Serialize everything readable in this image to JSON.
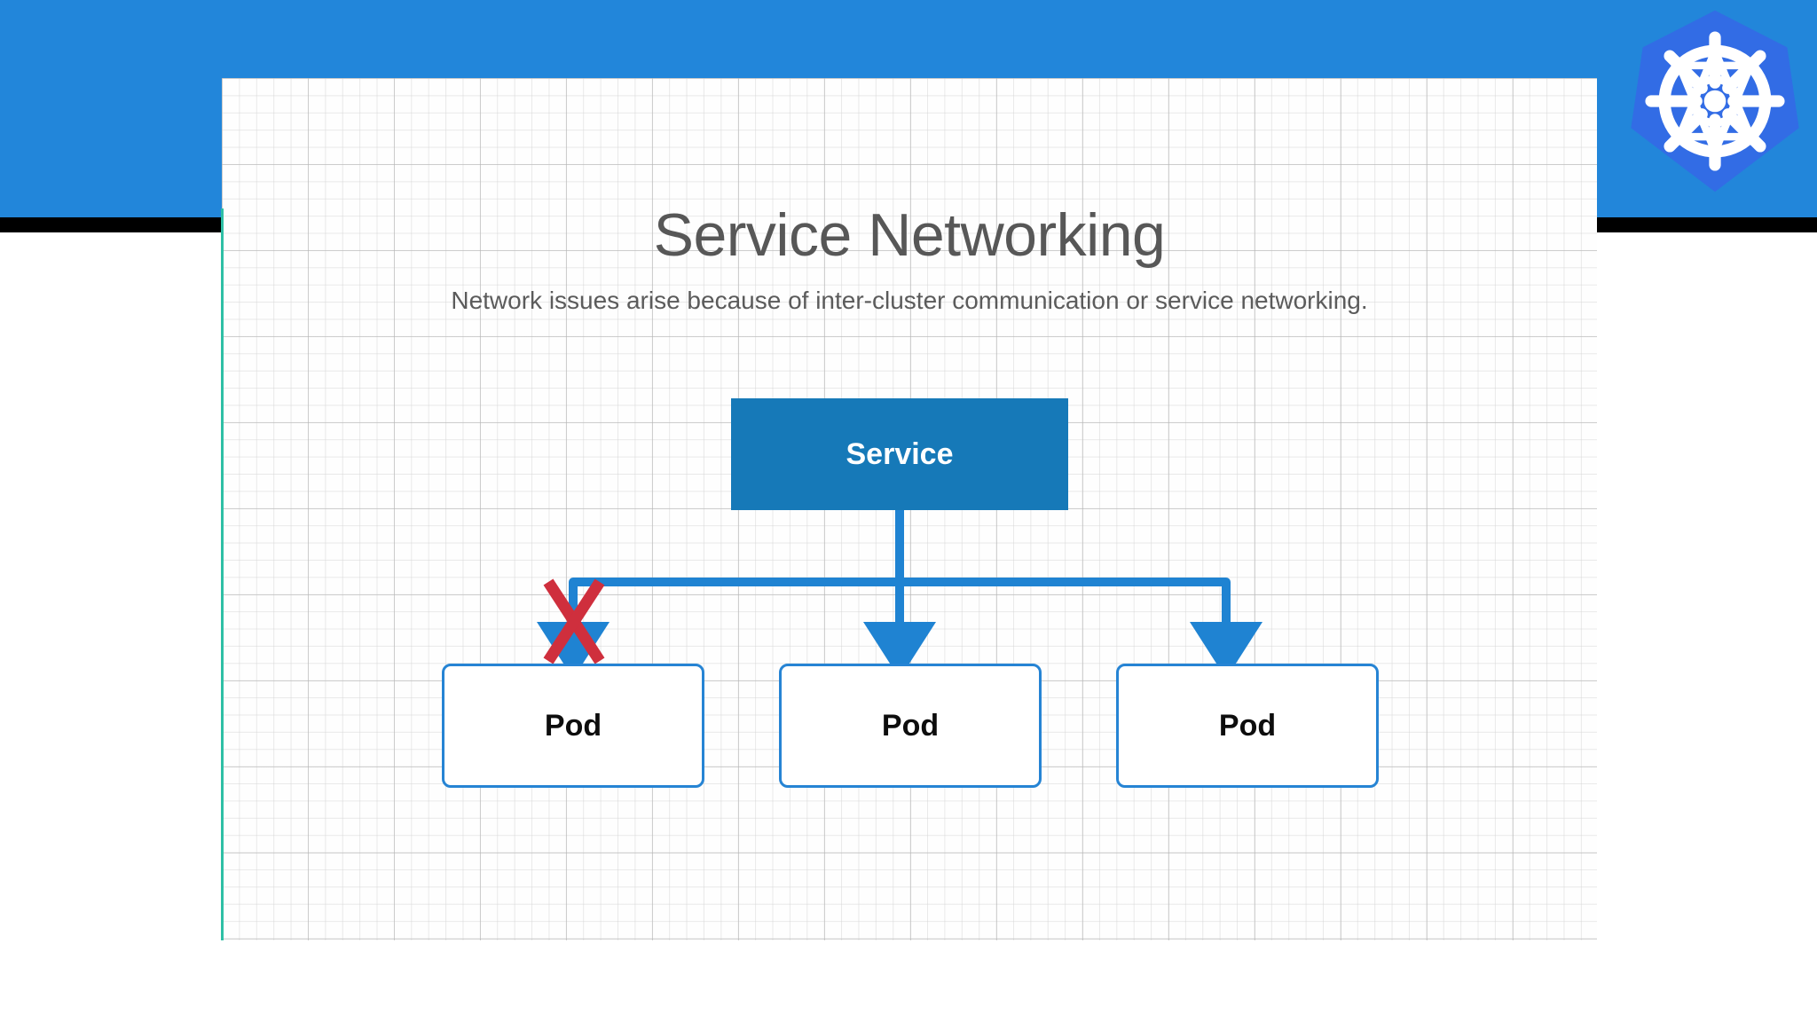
{
  "slide": {
    "title": "Service Networking",
    "subtitle": "Network issues arise because of inter-cluster communication or service networking."
  },
  "branding": {
    "logo_name": "kubernetes-logo",
    "logo_alt": "Kubernetes",
    "header_color": "#2286da",
    "header_rule_color": "#000000"
  },
  "diagram": {
    "type": "node-graph",
    "service": {
      "label": "Service",
      "fill_color": "#1679b8",
      "text_color": "#ffffff"
    },
    "pods": [
      {
        "label": "Pod",
        "border_color": "#2684d4",
        "blocked": true
      },
      {
        "label": "Pod",
        "border_color": "#2684d4",
        "blocked": false
      },
      {
        "label": "Pod",
        "border_color": "#2684d4",
        "blocked": false
      }
    ],
    "connector_color": "#1f83d2",
    "blocked_marker": {
      "name": "red-x-mark",
      "color": "#cf2f3d"
    },
    "canvas": {
      "accent_rule_color": "#2ebfa5",
      "grid": "graph-paper"
    }
  }
}
